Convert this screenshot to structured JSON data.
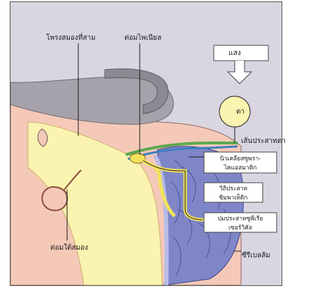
{
  "labels": {
    "third_ventricle": "โพรงสมองที่สาม",
    "pineal_gland": "ต่อมไพเนียล",
    "light": "แสง",
    "eye": "ตา",
    "optic_nerve": "เส้นประสาทตา",
    "scn_line1": "นิวเคลียสซูพรา-",
    "scn_line2": "ไคแอสมาติก",
    "pathway_line1": "วิถีประสาท",
    "pathway_line2": "ซิมพาเท็ติก",
    "ganglion_line1": "ปมประสาทซูพีเรีย",
    "ganglion_line2": "เซอร์วิคัล",
    "pituitary": "ต่อมใต้สมอง",
    "cerebellum": "ซีรีเบลลัม"
  },
  "colors": {
    "background": "#d9d6e2",
    "brain_tissue": "#f5c9b8",
    "yellow_core": "#fbf3b0",
    "thalamus_gray": "#a6a2ab",
    "cerebellum_blue": "#7f86c8",
    "pathway_yellow": "#f2e35a",
    "optic_green": "#5aa84d",
    "optic_blue": "#3f7fc0"
  }
}
